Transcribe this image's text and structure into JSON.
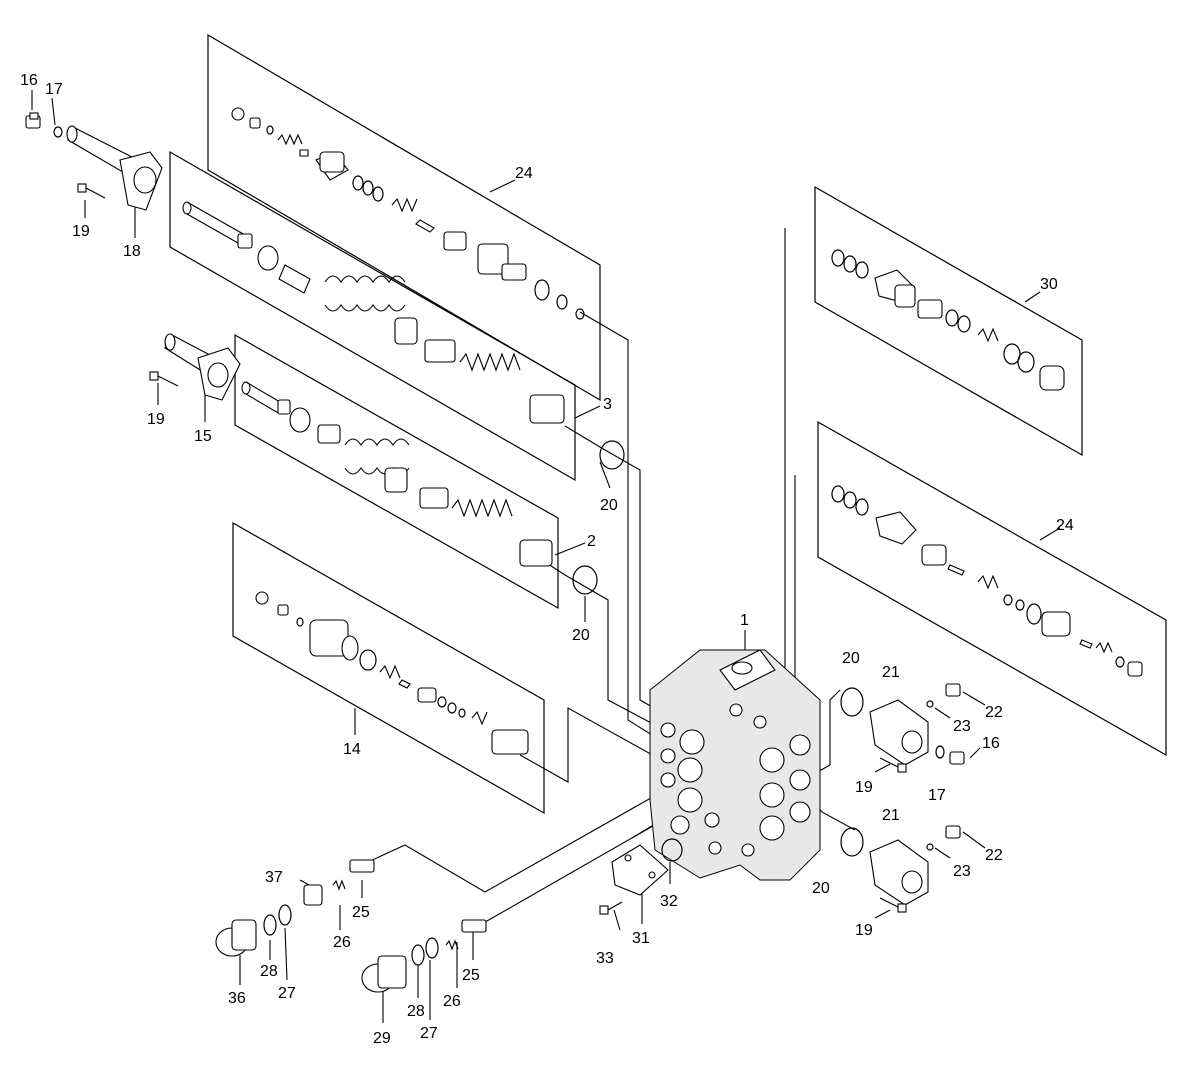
{
  "labels": {
    "l1": "1",
    "l2": "2",
    "l3": "3",
    "l14": "14",
    "l15": "15",
    "l16a": "16",
    "l16b": "16",
    "l17a": "17",
    "l17b": "17",
    "l18": "18",
    "l19a": "19",
    "l19b": "19",
    "l19c": "19",
    "l19d": "19",
    "l20a": "20",
    "l20b": "20",
    "l20c": "20",
    "l20d": "20",
    "l21a": "21",
    "l21b": "21",
    "l22a": "22",
    "l22b": "22",
    "l23a": "23",
    "l23b": "23",
    "l24a": "24",
    "l24b": "24",
    "l25a": "25",
    "l25b": "25",
    "l26a": "26",
    "l26b": "26",
    "l27a": "27",
    "l27b": "27",
    "l28a": "28",
    "l28b": "28",
    "l29": "29",
    "l30": "30",
    "l31": "31",
    "l32": "32",
    "l33": "33",
    "l36": "36",
    "l37": "37"
  }
}
